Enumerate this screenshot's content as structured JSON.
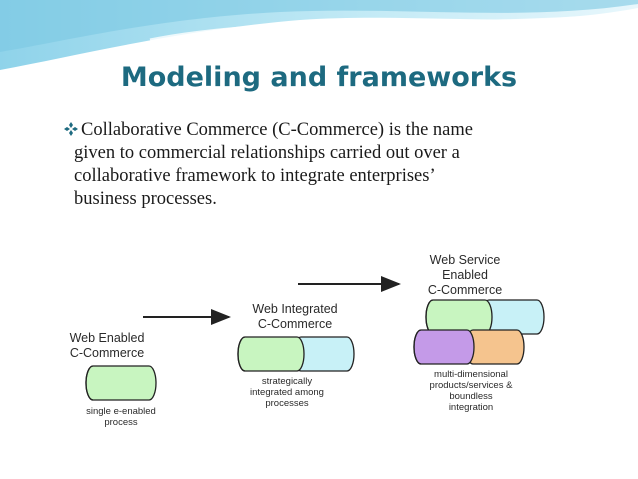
{
  "slide": {
    "title": "Modeling and frameworks",
    "bullet": {
      "icon": "diamond-bullet-icon",
      "lines": [
        "Collaborative Commerce (C-Commerce) is the name",
        "given to commercial relationships carried out over a",
        "collaborative framework to integrate enterprises’",
        "business processes."
      ]
    }
  },
  "diagram": {
    "stage1": {
      "title_lines": [
        "Web Enabled",
        "C-Commerce"
      ],
      "caption_lines": [
        "single e-enabled",
        "process"
      ]
    },
    "stage2": {
      "title_lines": [
        "Web Integrated",
        "C-Commerce"
      ],
      "caption_lines": [
        "strategically",
        "integrated among",
        "processes"
      ]
    },
    "stage3": {
      "title_lines": [
        "Web Service",
        "Enabled",
        "C-Commerce"
      ],
      "caption_lines": [
        "multi-dimensional",
        "products/services &",
        "boundless",
        "integration"
      ]
    },
    "colors": {
      "green": "#c8f5c0",
      "cyan": "#c8f1f7",
      "purple": "#c49ae8",
      "orange": "#f5c48e",
      "accent": "#1d6a80"
    }
  }
}
